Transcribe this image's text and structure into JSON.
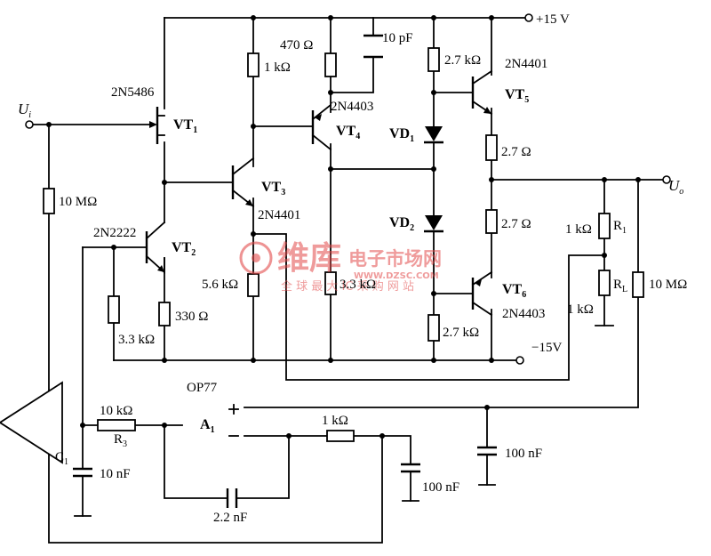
{
  "labels": {
    "ui": "U",
    "ui_sub": "i",
    "uo": "U",
    "uo_sub": "o",
    "vplus": "+15 V",
    "vminus": "−15V",
    "r_10m_in": "10 MΩ",
    "r_1k_a": "1 kΩ",
    "r_470": "470 Ω",
    "c_10p": "10 pF",
    "r_2k7_top": "2.7 kΩ",
    "r_2r7_a": "2.7 Ω",
    "r_2r7_b": "2.7 Ω",
    "r_2k7_bot": "2.7 kΩ",
    "r_5k6": "5.6 kΩ",
    "r_3k3_a": "3.3 kΩ",
    "r_3k3_b": "3.3 kΩ",
    "r_330": "330 Ω",
    "r1_val": "1 kΩ",
    "r1_name": "R",
    "r1_sub": "1",
    "rl_val": "1 kΩ",
    "rl_name": "R",
    "rl_sub": "L",
    "r_10m_out": "10 MΩ",
    "vt1_type": "2N5486",
    "vt1": "VT",
    "vt1_sub": "1",
    "vt2_type": "2N2222",
    "vt2": "VT",
    "vt2_sub": "2",
    "vt3": "VT",
    "vt3_sub": "3",
    "vt3_type": "2N4401",
    "vt4_type": "2N4403",
    "vt4": "VT",
    "vt4_sub": "4",
    "vt5_type": "2N4401",
    "vt5": "VT",
    "vt5_sub": "5",
    "vt6": "VT",
    "vt6_sub": "6",
    "vt6_type": "2N4403",
    "vd1": "VD",
    "vd1_sub": "1",
    "vd2": "VD",
    "vd2_sub": "2",
    "op_name": "OP77",
    "op_a": "A",
    "op_a_sub": "1",
    "r3_val": "10 kΩ",
    "r3_name": "R",
    "r3_sub": "3",
    "c1_name": "C",
    "c1_sub": "1",
    "c1_val": "10 nF",
    "r_1k_fb": "1 kΩ",
    "c_2n2": "2.2 nF",
    "c_100n_a": "100 nF",
    "c_100n_b": "100 nF"
  },
  "watermark": {
    "brand": "维库",
    "brand_en": "电子市场网",
    "url": "WWW.DZSC.COM",
    "tagline": "全 球 最 大 IC 采 购 网 站"
  }
}
